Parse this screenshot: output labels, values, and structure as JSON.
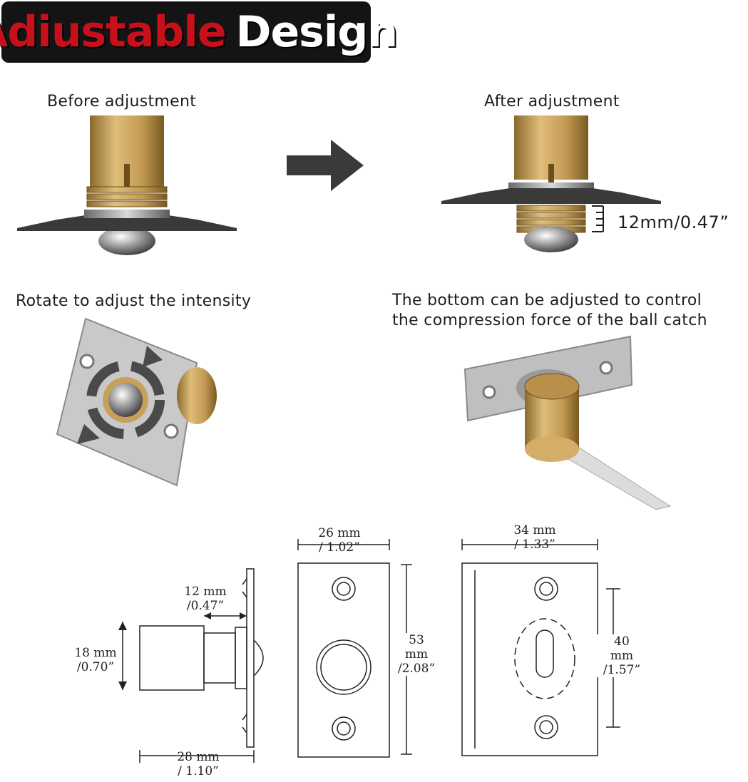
{
  "banner": {
    "word_red": "Adiustable",
    "word_white": "Design",
    "colors": {
      "background": "#141414",
      "red": "#c8101c",
      "white": "#ffffff"
    }
  },
  "captions": {
    "before": "Before adjustment",
    "after": "After adjustment",
    "rotate": "Rotate to adjust the intensity",
    "bottom": "The bottom can be adjusted to control\nthe compression force of the ball catch"
  },
  "adjustment": {
    "measure": "12mm/0.47”"
  },
  "dimensions": {
    "length": "28  mm\n/ 1.10”",
    "diameter": "18  mm\n/0.70”",
    "thread": "12  mm\n/0.47”",
    "plate_width": "26  mm\n/ 1.02”",
    "plate_height": "53\nmm\n/2.08”",
    "strike_width": "34  mm\n/ 1.33”",
    "strike_height": "40\nmm\n/1.57”"
  },
  "icons": [
    "right-arrow-icon",
    "rotate-arrows-icon",
    "ruler-tick-icon"
  ],
  "colors": {
    "brass": "#c9a05a",
    "steel": "#8a8a8a",
    "arrow": "#3a3a3a"
  }
}
